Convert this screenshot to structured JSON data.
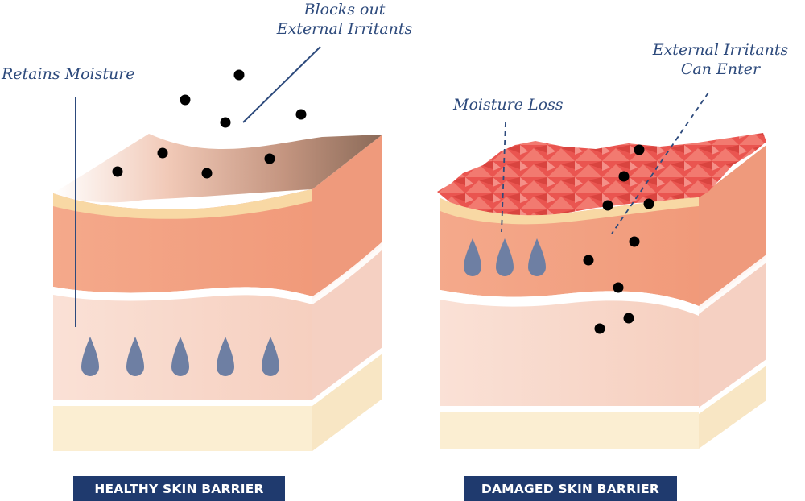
{
  "panels": {
    "healthy": {
      "caption": "HEALTHY SKIN BARRIER",
      "label_moisture": "Retains Moisture",
      "label_irritants_line1": "Blocks out",
      "label_irritants_line2": "External Irritants"
    },
    "damaged": {
      "caption": "DAMAGED SKIN BARRIER",
      "label_moisture": "Moisture Loss",
      "label_irritants_line1": "External Irritants",
      "label_irritants_line2": "Can Enter"
    }
  },
  "colors": {
    "caption_bg": "#1f3a6e",
    "label_text": "#2d4a7c",
    "droplet": "#6e7fa3",
    "particle": "#000000",
    "epidermis": "#f2a283",
    "dermis": "#f8d9cc",
    "hypodermis": "#fbeed2",
    "damaged_surface": "#ec5a55"
  },
  "icons": {
    "droplet": "water-droplet-icon",
    "particle": "irritant-particle-icon"
  }
}
